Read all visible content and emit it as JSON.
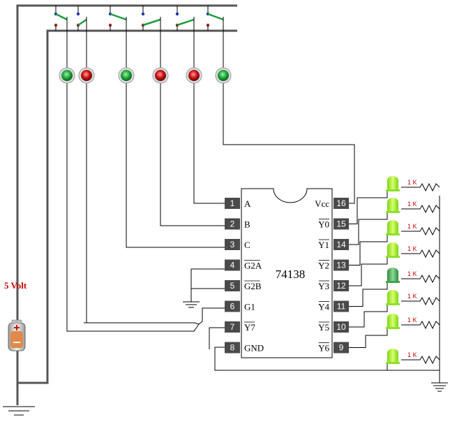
{
  "chip": {
    "name": "74138",
    "left_pins": [
      {
        "num": "1",
        "label": "A",
        "bar": false
      },
      {
        "num": "2",
        "label": "B",
        "bar": false
      },
      {
        "num": "3",
        "label": "C",
        "bar": false
      },
      {
        "num": "4",
        "label": "G2A",
        "bar": true
      },
      {
        "num": "5",
        "label": "G2B",
        "bar": true
      },
      {
        "num": "6",
        "label": "G1",
        "bar": false
      },
      {
        "num": "7",
        "label": "Y7",
        "bar": true
      },
      {
        "num": "8",
        "label": "GND",
        "bar": false
      }
    ],
    "right_pins": [
      {
        "num": "16",
        "label": "Vcc",
        "bar": false
      },
      {
        "num": "15",
        "label": "Y0",
        "bar": true
      },
      {
        "num": "14",
        "label": "Y1",
        "bar": true
      },
      {
        "num": "13",
        "label": "Y2",
        "bar": true
      },
      {
        "num": "12",
        "label": "Y3",
        "bar": true
      },
      {
        "num": "11",
        "label": "Y4",
        "bar": true
      },
      {
        "num": "10",
        "label": "Y5",
        "bar": true
      },
      {
        "num": "9",
        "label": "Y6",
        "bar": true
      }
    ]
  },
  "input_leds": [
    {
      "color": "green"
    },
    {
      "color": "red"
    },
    {
      "color": "green"
    },
    {
      "color": "red"
    },
    {
      "color": "red"
    },
    {
      "color": "green"
    }
  ],
  "output_leds": [
    {
      "state": "on"
    },
    {
      "state": "on"
    },
    {
      "state": "on"
    },
    {
      "state": "on"
    },
    {
      "state": "off"
    },
    {
      "state": "on"
    },
    {
      "state": "on"
    },
    {
      "state": "on"
    }
  ],
  "resistor_label": "1 K",
  "battery_label": "5 Volt",
  "colors": {
    "led_green": "#1faa3a",
    "led_red": "#cc1111",
    "out_on": "#a6f02a",
    "out_off": "#3fa84a",
    "pin_box": "#4a4a4a",
    "wire": "#000000",
    "label_red": "#cc0000"
  }
}
